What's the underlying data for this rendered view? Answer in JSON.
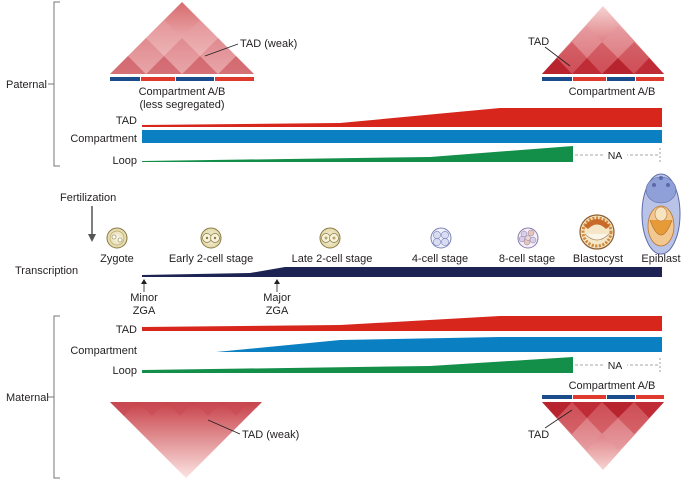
{
  "paternal": {
    "side_label": "Paternal",
    "tad_weak_label": "TAD (weak)",
    "compartment_label_line1": "Compartment A/B",
    "compartment_label_line2": "(less segregated)",
    "tad_label_right": "TAD",
    "compartment_label_right": "Compartment A/B",
    "tracks": {
      "tad": "TAD",
      "compartment": "Compartment",
      "loop": "Loop",
      "na": "NA"
    }
  },
  "maternal": {
    "side_label": "Maternal",
    "tad_weak_label": "TAD (weak)",
    "compartment_label_right": "Compartment A/B",
    "tad_label_right": "TAD",
    "tracks": {
      "tad": "TAD",
      "compartment": "Compartment",
      "loop": "Loop",
      "na": "NA"
    }
  },
  "timeline": {
    "fertilization": "Fertilization",
    "stages": [
      "Zygote",
      "Early 2-cell stage",
      "Late 2-cell stage",
      "4-cell stage",
      "8-cell stage",
      "Blastocyst",
      "Epiblast"
    ],
    "transcription_label": "Transcription",
    "minor_zga": [
      "Minor",
      "ZGA"
    ],
    "major_zga": [
      "Major",
      "ZGA"
    ]
  },
  "colors": {
    "tad": "#d7261c",
    "compartment": "#0a7fc1",
    "loop": "#138f4a",
    "transcription": "#1d2352",
    "compartment_a": "#e03a2e",
    "compartment_b": "#1b4c8c",
    "heatmap_light": "#fbe0de",
    "heatmap_dark": "#b8242e"
  }
}
